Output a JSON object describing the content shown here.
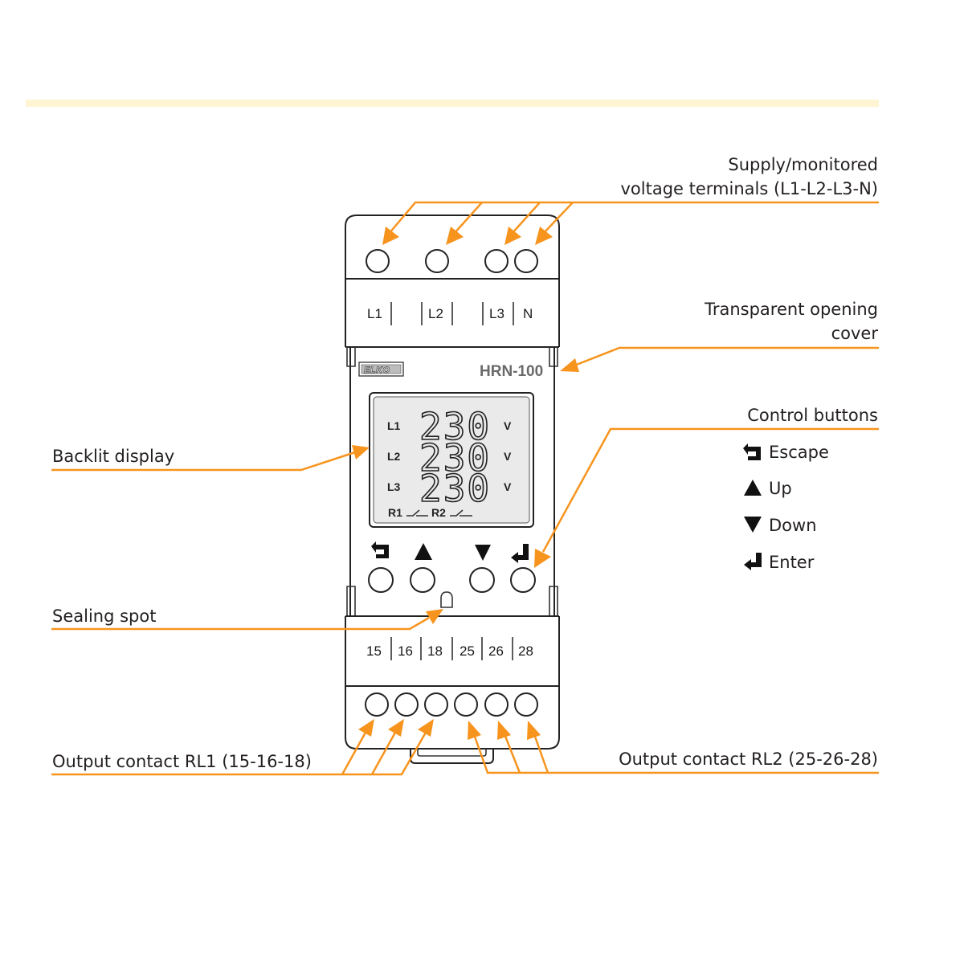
{
  "colors": {
    "accent": "#f7941e",
    "header_band": "#fff5d3",
    "text": "#231f20",
    "lcd_background": "#eaeaea"
  },
  "device": {
    "brand": "ELKO",
    "model": "HRN-100",
    "top_terminals": [
      "L1",
      "L2",
      "L3",
      "N"
    ],
    "bottom_terminals": [
      "15",
      "16",
      "18",
      "25",
      "26",
      "28"
    ],
    "display": {
      "rows": [
        {
          "line": "L1",
          "value": "230",
          "unit": "V"
        },
        {
          "line": "L2",
          "value": "230",
          "unit": "V"
        },
        {
          "line": "L3",
          "value": "230",
          "unit": "V"
        }
      ],
      "relays": [
        "R1",
        "R2"
      ]
    },
    "buttons": [
      {
        "name": "escape",
        "icon": "escape-icon"
      },
      {
        "name": "up",
        "icon": "triangle-up-icon"
      },
      {
        "name": "down",
        "icon": "triangle-down-icon"
      },
      {
        "name": "enter",
        "icon": "enter-icon"
      }
    ]
  },
  "callouts": {
    "supply_line1": "Supply/monitored",
    "supply_line2": "voltage terminals (L1-L2-L3-N)",
    "cover_line1": "Transparent opening",
    "cover_line2": "cover",
    "control_buttons": "Control buttons",
    "backlit_display": "Backlit display",
    "sealing_spot": "Sealing spot",
    "output_rl1": "Output contact RL1 (15-16-18)",
    "output_rl2": "Output contact RL2 (25-26-28)"
  },
  "legend": [
    {
      "icon": "escape-icon",
      "label": "Escape"
    },
    {
      "icon": "triangle-up-icon",
      "label": "Up"
    },
    {
      "icon": "triangle-down-icon",
      "label": "Down"
    },
    {
      "icon": "enter-icon",
      "label": "Enter"
    }
  ]
}
